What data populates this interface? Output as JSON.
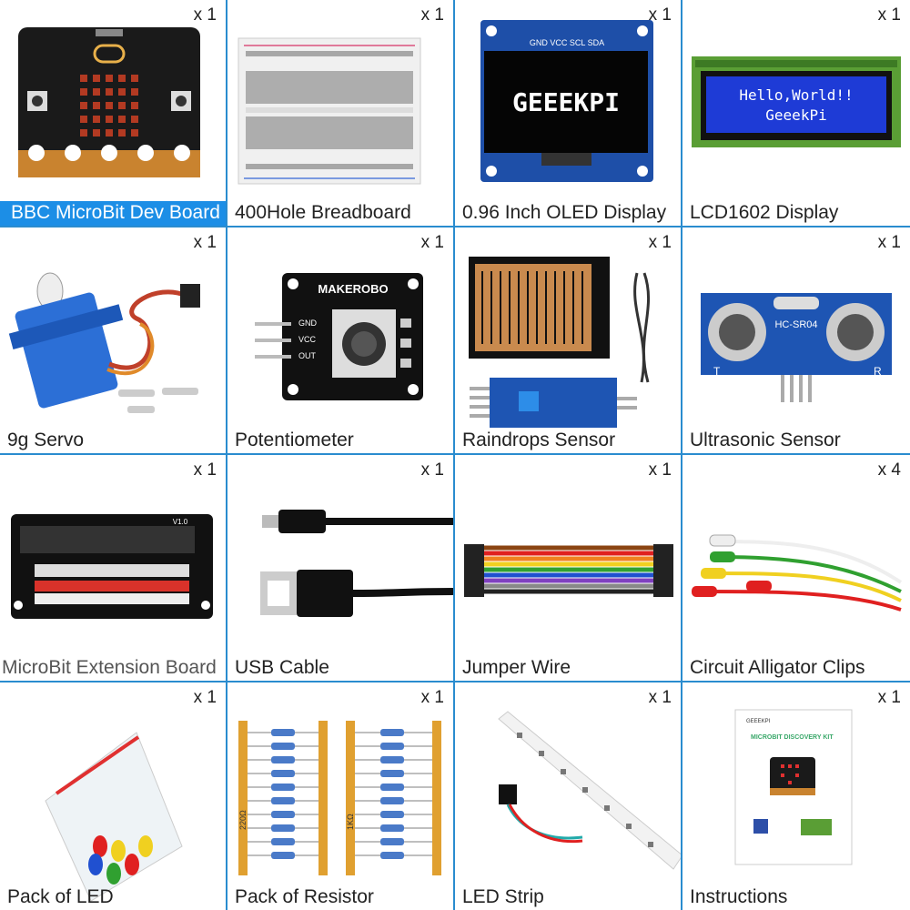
{
  "items": [
    {
      "name": "BBC MicroBit Dev Board",
      "qty": "x 1",
      "icon": "microbit-board"
    },
    {
      "name": "400Hole Breadboard",
      "qty": "x 1",
      "icon": "breadboard"
    },
    {
      "name": "0.96 Inch OLED Display",
      "qty": "x 1",
      "icon": "oled-display",
      "screen_text": "GEEEKPI",
      "pins": "GND VCC SCL SDA"
    },
    {
      "name": "LCD1602 Display",
      "qty": "x 1",
      "icon": "lcd-display",
      "screen_lines": [
        "Hello,World!!",
        "GeeekPi"
      ]
    },
    {
      "name": "9g Servo",
      "qty": "x 1",
      "icon": "servo"
    },
    {
      "name": "Potentiometer",
      "qty": "x 1",
      "icon": "potentiometer",
      "board_text": "MAKEROBO",
      "pins": [
        "GND",
        "VCC",
        "OUT"
      ]
    },
    {
      "name": "Raindrops Sensor",
      "qty": "x 1",
      "icon": "raindrop-sensor"
    },
    {
      "name": "Ultrasonic Sensor",
      "qty": "x 1",
      "icon": "ultrasonic-sensor",
      "board_text": "HC-SR04",
      "side_labels": [
        "T",
        "R"
      ]
    },
    {
      "name": "MicroBit Extension Board",
      "qty": "x 1",
      "icon": "extension-board",
      "board_text": "V1.0"
    },
    {
      "name": "USB Cable",
      "qty": "x 1",
      "icon": "usb-cable"
    },
    {
      "name": "Jumper Wire",
      "qty": "x 1",
      "icon": "jumper-wire"
    },
    {
      "name": "Circuit Alligator Clips",
      "qty": "x 4",
      "icon": "alligator-clips"
    },
    {
      "name": "Pack of LED",
      "qty": "x 1",
      "icon": "led-pack"
    },
    {
      "name": "Pack of Resistor",
      "qty": "x 1",
      "icon": "resistor-pack",
      "strip_labels": [
        "220Ω",
        "1KΩ"
      ]
    },
    {
      "name": "LED Strip",
      "qty": "x 1",
      "icon": "led-strip"
    },
    {
      "name": "Instructions",
      "qty": "x 1",
      "icon": "instructions-booklet",
      "booklet_title": "MICROBIT DISCOVERY KIT",
      "booklet_brand": "GEEEKPI"
    }
  ],
  "colors": {
    "border": "#2a8ccf",
    "highlight": "#1c8ee6"
  }
}
